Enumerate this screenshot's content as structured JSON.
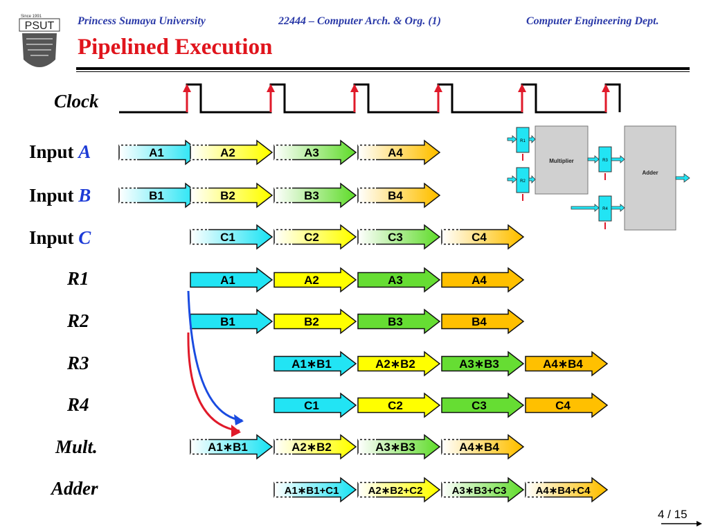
{
  "header": {
    "university": "Princess Sumaya University",
    "course": "22444 – Computer Arch. & Org. (1)",
    "department": "Computer Engineering Dept.",
    "title": "Pipelined Execution"
  },
  "logo": {
    "text": "PSUT",
    "since": "Since 1991"
  },
  "row_labels": {
    "clock": "Clock",
    "input_prefix": "Input",
    "input_a": "A",
    "input_b": "B",
    "input_c": "C",
    "r1": "R1",
    "r2": "R2",
    "r3": "R3",
    "r4": "R4",
    "mult": "Mult.",
    "adder": "Adder"
  },
  "pipeline": [
    {
      "row": "input_a",
      "start": 0,
      "style": "faded",
      "labels": [
        "A1",
        "A2",
        "A3",
        "A4"
      ]
    },
    {
      "row": "input_b",
      "start": 0,
      "style": "faded",
      "labels": [
        "B1",
        "B2",
        "B3",
        "B4"
      ]
    },
    {
      "row": "input_c",
      "start": 1,
      "style": "faded",
      "labels": [
        "C1",
        "C2",
        "C3",
        "C4"
      ]
    },
    {
      "row": "r1",
      "start": 1,
      "style": "solid",
      "labels": [
        "A1",
        "A2",
        "A3",
        "A4"
      ]
    },
    {
      "row": "r2",
      "start": 1,
      "style": "solid",
      "labels": [
        "B1",
        "B2",
        "B3",
        "B4"
      ]
    },
    {
      "row": "r3",
      "start": 2,
      "style": "solid",
      "labels": [
        "A1∗B1",
        "A2∗B2",
        "A3∗B3",
        "A4∗B4"
      ]
    },
    {
      "row": "r4",
      "start": 2,
      "style": "solid",
      "labels": [
        "C1",
        "C2",
        "C3",
        "C4"
      ]
    },
    {
      "row": "mult",
      "start": 1,
      "style": "faded",
      "labels": [
        "A1∗B1",
        "A2∗B2",
        "A3∗B3",
        "A4∗B4"
      ]
    },
    {
      "row": "adder",
      "start": 2,
      "style": "faded",
      "labels": [
        "A1∗B1+C1",
        "A2∗B2+C2",
        "A3∗B3+C3",
        "A4∗B4+C4"
      ]
    }
  ],
  "stage_colors": [
    "#22e4f4",
    "#ffff00",
    "#66dd33",
    "#ffc000"
  ],
  "datapath": {
    "r1": "R1",
    "r2": "R2",
    "r3": "R3",
    "r4": "R4",
    "multiplier": "Multiplier",
    "adder": "Adder"
  },
  "page": "4 / 15"
}
